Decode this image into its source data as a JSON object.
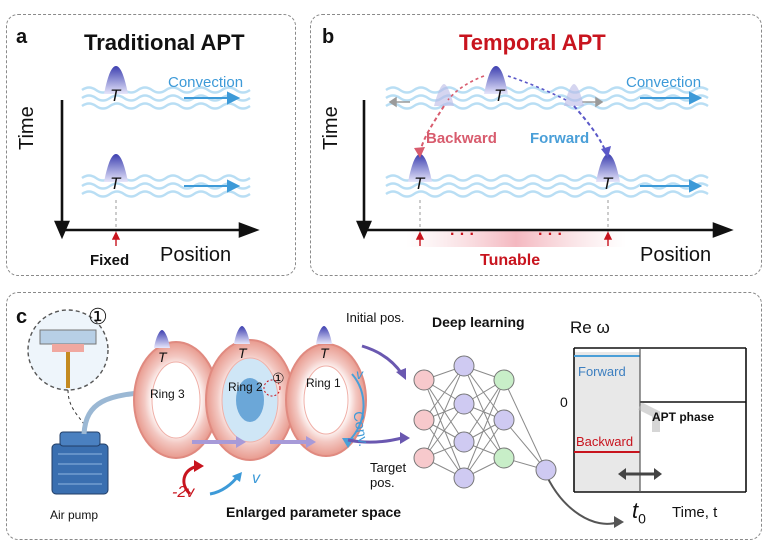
{
  "panel_a": {
    "label": "a",
    "title": "Traditional APT",
    "convection": "Convection",
    "T1": "T",
    "T2": "T",
    "time_axis": "Time",
    "position_axis": "Position",
    "fixed": "Fixed"
  },
  "panel_b": {
    "label": "b",
    "title": "Temporal APT",
    "convection": "Convection",
    "T_top": "T",
    "T_left": "T",
    "T_right": "T",
    "backward": "Backward",
    "forward": "Forward",
    "time_axis": "Time",
    "position_axis": "Position",
    "tunable": "Tunable",
    "dots": "· · ·",
    "colors": {
      "title": "#c8141e",
      "backward": "#d85c6e",
      "forward": "#4a9fd8"
    }
  },
  "panel_c": {
    "label": "c",
    "circled_one": "①",
    "circled_one_small": "①",
    "ring3": "Ring 3",
    "ring2": "Ring 2",
    "ring1": "Ring 1",
    "T_ring3": "T",
    "T_ring2": "T",
    "T_ring1": "T",
    "v": "v",
    "conv": "Conv.",
    "initial_pos": "Initial pos.",
    "target_pos": "Target pos.",
    "deep_learning": "Deep learning",
    "air_pump": "Air pump",
    "minus_2v": "-2v",
    "v_bottom": "v",
    "enlarged": "Enlarged parameter space",
    "plot": {
      "ylabel": "Re ω",
      "forward": "Forward",
      "backward": "Backward",
      "zero": "0",
      "apt_phase": "APT phase",
      "t0": "t",
      "t0_sub": "0",
      "xlabel": "Time, t"
    }
  }
}
